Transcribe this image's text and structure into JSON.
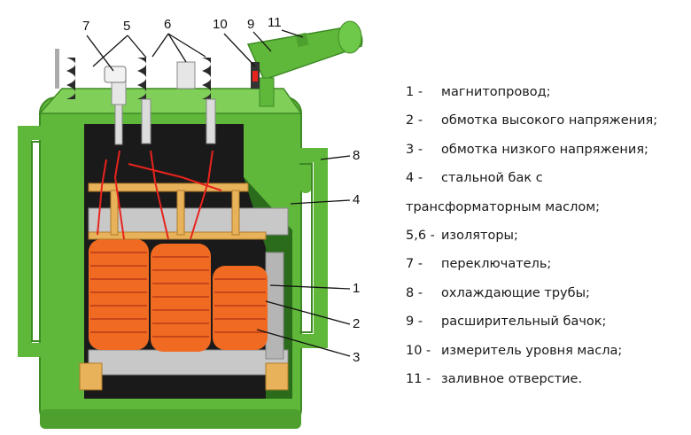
{
  "callouts": [
    "7",
    "5",
    "6",
    "10",
    "9",
    "11",
    "8",
    "4",
    "1",
    "2",
    "3"
  ],
  "legend": [
    {
      "num": "1 -",
      "text": "магнитопровод;"
    },
    {
      "num": "2 -",
      "text": "обмотка высокого напряжения;"
    },
    {
      "num": "3 -",
      "text": "обмотка низкого напряжения;"
    },
    {
      "num": "4 -",
      "text": "стальной бак с"
    },
    {
      "num": "",
      "text": "трансформаторным маслом;"
    },
    {
      "num": "5,6 -",
      "text": "изоляторы;"
    },
    {
      "num": "7 -",
      "text": "переключатель;"
    },
    {
      "num": "8 -",
      "text": "охлаждающие трубы;"
    },
    {
      "num": "9 -",
      "text": "расширительный бачок;"
    },
    {
      "num": "10 -",
      "text": "измеритель уровня масла;"
    },
    {
      "num": "11 -",
      "text": "заливное отверстие."
    }
  ],
  "colors": {
    "tank": "#5fb83a",
    "tank_dark": "#3e8a25",
    "coil": "#f06a22",
    "coil_dark": "#c9461a",
    "core": "#c8c8c8",
    "wood": "#e8b25a",
    "interior": "#1a1a1a"
  }
}
